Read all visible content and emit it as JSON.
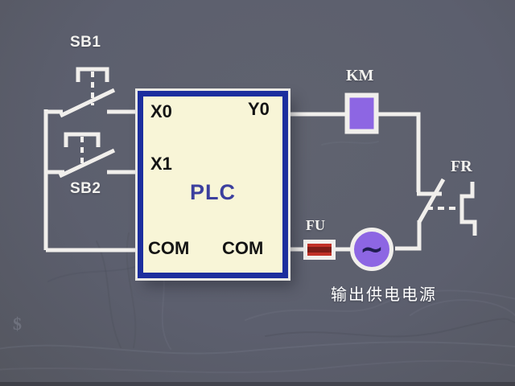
{
  "background": {
    "base_color": "#5c6070"
  },
  "caption": {
    "text": "输出供电电源"
  },
  "plc": {
    "label": "PLC",
    "fill_color": "#f8f5d7",
    "border_color": "#1c2e9e",
    "label_color": "#3c3f9e",
    "terminals": {
      "x0": "X0",
      "x1": "X1",
      "y0": "Y0",
      "com_left": "COM",
      "com_right": "COM"
    }
  },
  "components": {
    "sb1": {
      "label": "SB1",
      "type": "pushbutton contact"
    },
    "sb2": {
      "label": "SB2",
      "type": "pushbutton contact"
    },
    "km": {
      "label": "KM",
      "type": "contactor coil",
      "fill_color": "#8d66e3"
    },
    "fu": {
      "label": "FU",
      "type": "fuse",
      "fill_color": "#c23127",
      "stripe_color": "#7e1d17"
    },
    "fr": {
      "label": "FR",
      "type": "thermal relay NC contact"
    },
    "ac_source": {
      "symbol": "~",
      "type": "AC power source",
      "fill_color": "#8d66e3"
    }
  },
  "wire_color": "#f1efec"
}
